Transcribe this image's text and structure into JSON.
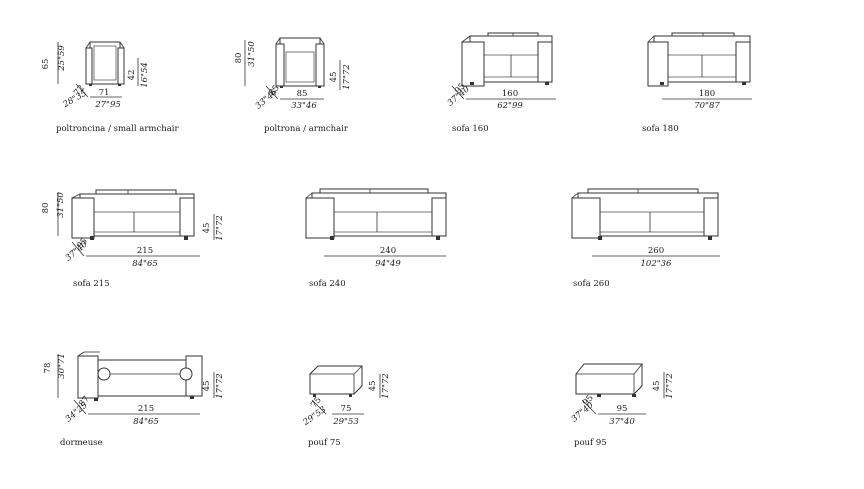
{
  "products": [
    {
      "id": "poltroncina",
      "label": "poltroncina / small armchair",
      "height": "65",
      "height_in": "25\"59",
      "seat": "42",
      "seat_in": "16\"54",
      "width": "71",
      "width_in": "27\"95",
      "depth": "72",
      "depth_in": "28\"35"
    },
    {
      "id": "poltrona",
      "label": "poltrona / armchair",
      "height": "80",
      "height_in": "31\"50",
      "seat": "45",
      "seat_in": "17\"72",
      "width": "85",
      "width_in": "33\"46",
      "depth": "85",
      "depth_in": "33\"46"
    },
    {
      "id": "sofa160",
      "label": "sofa 160",
      "width": "160",
      "width_in": "62\"99",
      "depth": "95",
      "depth_in": "37\"40"
    },
    {
      "id": "sofa180",
      "label": "sofa 180",
      "width": "180",
      "width_in": "70\"87"
    },
    {
      "id": "sofa215",
      "label": "sofa 215",
      "height": "80",
      "height_in": "31\"50",
      "seat": "45",
      "seat_in": "17\"72",
      "width": "215",
      "width_in": "84\"65",
      "depth": "95",
      "depth_in": "37\"40"
    },
    {
      "id": "sofa240",
      "label": "sofa 240",
      "width": "240",
      "width_in": "94\"49"
    },
    {
      "id": "sofa260",
      "label": "sofa 260",
      "width": "260",
      "width_in": "102\"36"
    },
    {
      "id": "dormeuse",
      "label": "dormeuse",
      "height": "78",
      "height_in": "30\"71",
      "seat": "45",
      "seat_in": "17\"72",
      "width": "215",
      "width_in": "84\"65",
      "depth": "87",
      "depth_in": "34\"25"
    },
    {
      "id": "pouf75",
      "label": "pouf 75",
      "seat": "45",
      "seat_in": "17\"72",
      "width": "75",
      "width_in": "29\"53",
      "depth": "75",
      "depth_in": "29\"53"
    },
    {
      "id": "pouf95",
      "label": "pouf 95",
      "seat": "45",
      "seat_in": "17\"72",
      "width": "95",
      "width_in": "37\"40",
      "depth": "95",
      "depth_in": "37\"40"
    }
  ]
}
